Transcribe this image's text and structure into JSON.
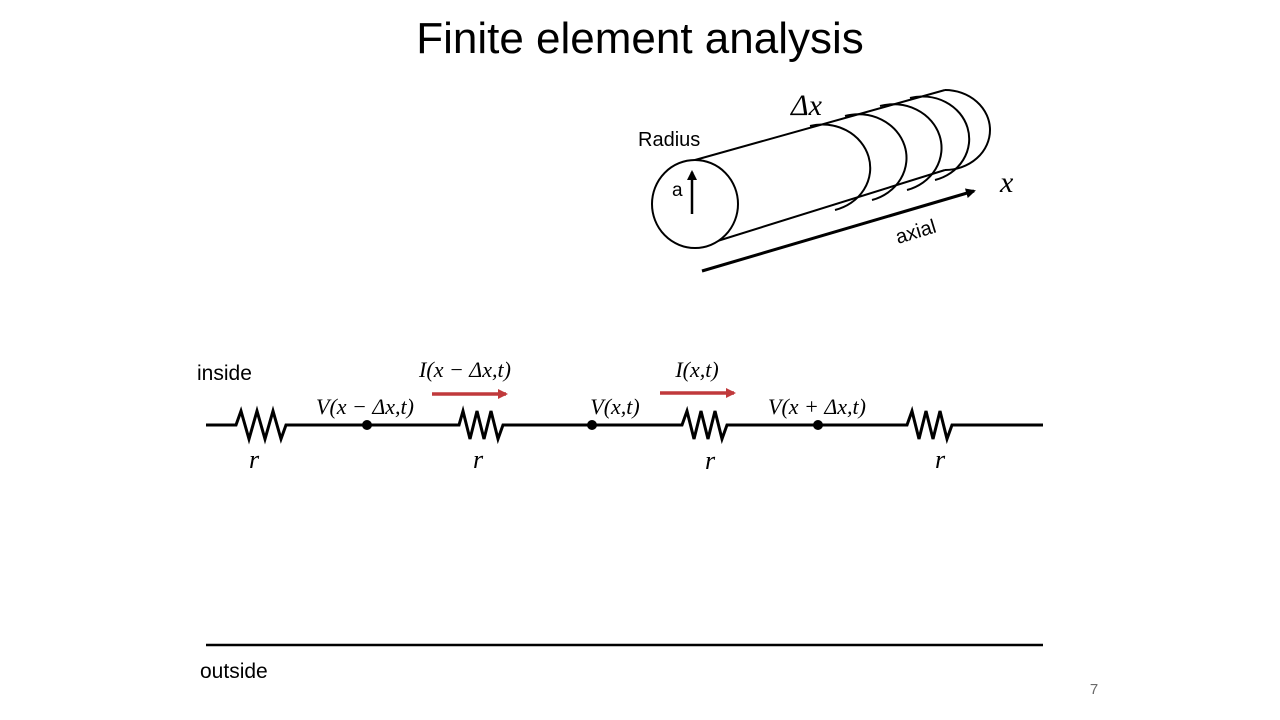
{
  "slide": {
    "title": "Finite element analysis",
    "page_number": "7"
  },
  "cylinder": {
    "radius_label": "Radius",
    "radius_symbol": "a",
    "delta_label": "Δx",
    "axis_symbol": "x",
    "axis_label": "axial"
  },
  "circuit": {
    "inside_label": "inside",
    "outside_label": "outside",
    "resistor_labels": [
      "r",
      "r",
      "r",
      "r"
    ],
    "voltage_labels": [
      "V(x − Δx,t)",
      "V(x,t)",
      "V(x + Δx,t)"
    ],
    "current_labels": [
      "I(x − Δx,t)",
      "I(x,t)"
    ],
    "current_arrow_color": "#c0393b"
  }
}
